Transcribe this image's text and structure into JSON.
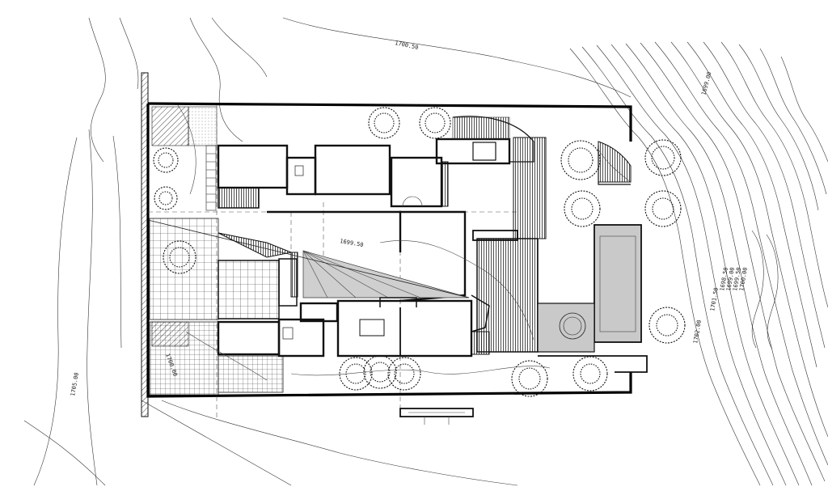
{
  "drawing": {
    "elevation_labels": {
      "top_left_contour": "1700.50",
      "left_contour": "1705.00",
      "upper_right_contour": "1699.00",
      "right_cluster": [
        "1698.50",
        "1699.00",
        "1699.50",
        "1700.00"
      ],
      "right_lower_1": "1701.50",
      "right_lower_2": "1702.00",
      "interior_courtyard": "1699.50",
      "site_left_edge": "1700.00"
    }
  }
}
